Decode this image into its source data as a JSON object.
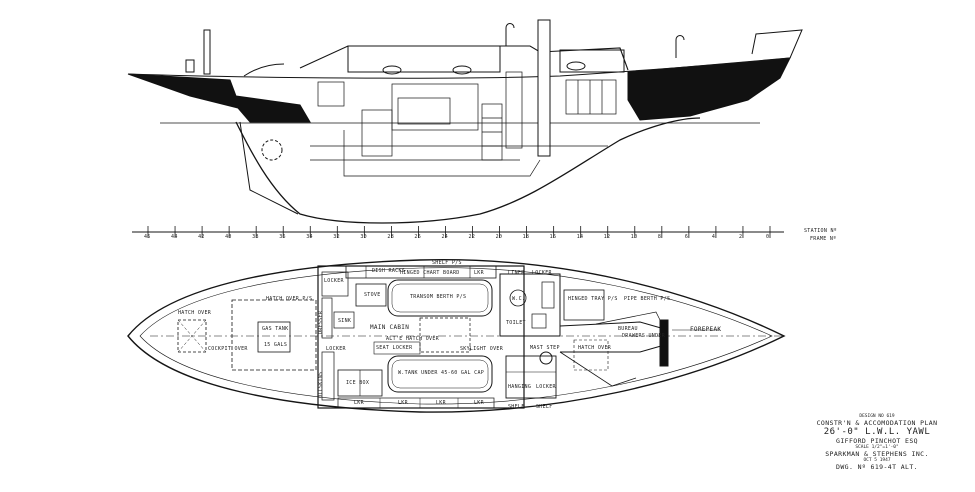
{
  "title_block": {
    "design_no": "DESIGN NO 619",
    "title": "CONSTR'N & ACCOMODATION PLAN",
    "boat": "26'-0\" L.W.L. YAWL",
    "owner": "GIFFORD PINCHOT ESQ",
    "scale": "SCALE 1/2\"=1'-0\"",
    "firm": "SPARKMAN & STEPHENS INC.",
    "date": "OCT 5 1947",
    "dwg_no": "DWG. Nº 619-4T ALT."
  },
  "station_labels": {
    "station": "STATION Nº",
    "frame": "FRAME Nº"
  },
  "station_numbers": [
    "46",
    "44",
    "42",
    "40",
    "38",
    "36",
    "34",
    "32",
    "30",
    "28",
    "26",
    "24",
    "22",
    "20",
    "18",
    "16",
    "14",
    "12",
    "10",
    "8",
    "6",
    "4",
    "2",
    "0"
  ],
  "labels": {
    "dish_racks": "DISH RACKS",
    "shelf_top": "SHELF P/S",
    "hinged_chart_board": "HINGED CHART BOARD",
    "lkr_top": "LKR",
    "liner": "LINER",
    "locker_top_r": "LOCKER",
    "locker_top_l": "LOCKER",
    "stove": "STOVE",
    "transom_berth": "TRANSOM BERTH P/S",
    "hinged_tray": "HINGED TRAY P/S",
    "pipe_berth": "PIPE BERTH P/S",
    "hatch_over_ps": "HATCH OVER P/S",
    "hatch_over_aft": "HATCH OVER",
    "gas_tank": "GAS TANK",
    "gas_gals": "15 GALS",
    "cockpit_over": "COCKPIT OVER",
    "dresser": "DRESSER",
    "sink": "SINK",
    "main_cabin": "MAIN CABIN",
    "alt_hatch_over": "ALT'E HATCH OVER",
    "toilet": "TOILET",
    "bureau": "BUREAU",
    "drawers_under": "DRAWERS UNDER",
    "forepeak": "FOREPEAK",
    "locker_mid": "LOCKER",
    "seat_locker": "SEAT LOCKER",
    "skylight_over": "SKYLIGHT OVER",
    "mast_step": "MAST STEP",
    "hatch_over_fwd": "HATCH OVER",
    "oilskins": "OILSKINS",
    "water_tank": "W.TANK UNDER 45-60 GAL CAP",
    "ice_box": "ICE BOX",
    "lkr_bot_1": "LKR",
    "lkr_bot_2": "LKR",
    "lkr_bot_3": "LKR",
    "lkr_bot_4": "LKR",
    "hanging": "HANGING",
    "locker_bot": "LOCKER",
    "shelf_bot": "SHELF",
    "shelf_bot_2": "SHELF",
    "wc": "W.C."
  },
  "colors": {
    "ink": "#151515",
    "paper": "#ffffff",
    "fill": "#111111"
  }
}
